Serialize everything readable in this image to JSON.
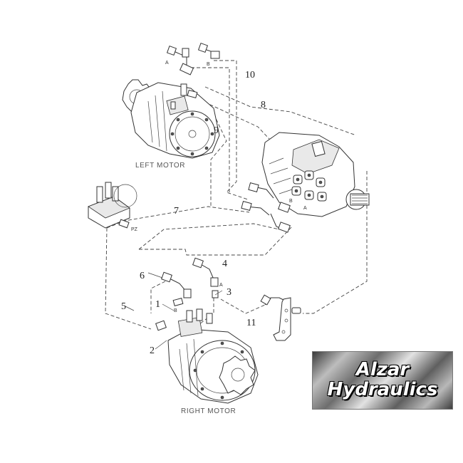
{
  "diagram": {
    "callouts": [
      "1",
      "2",
      "3",
      "4",
      "5",
      "6",
      "7",
      "8",
      "9",
      "10",
      "11"
    ],
    "captions": {
      "left_motor": "LEFT MOTOR",
      "right_motor": "RIGHT MOTOR"
    },
    "port_labels": {
      "a_top": "A",
      "b_top": "B",
      "a_pump": "A",
      "b_pump": "B",
      "pz": "PZ",
      "a_right": "A",
      "b_right": "B"
    }
  },
  "logo": {
    "line1": "Alzar",
    "line2": "Hydraulics"
  }
}
